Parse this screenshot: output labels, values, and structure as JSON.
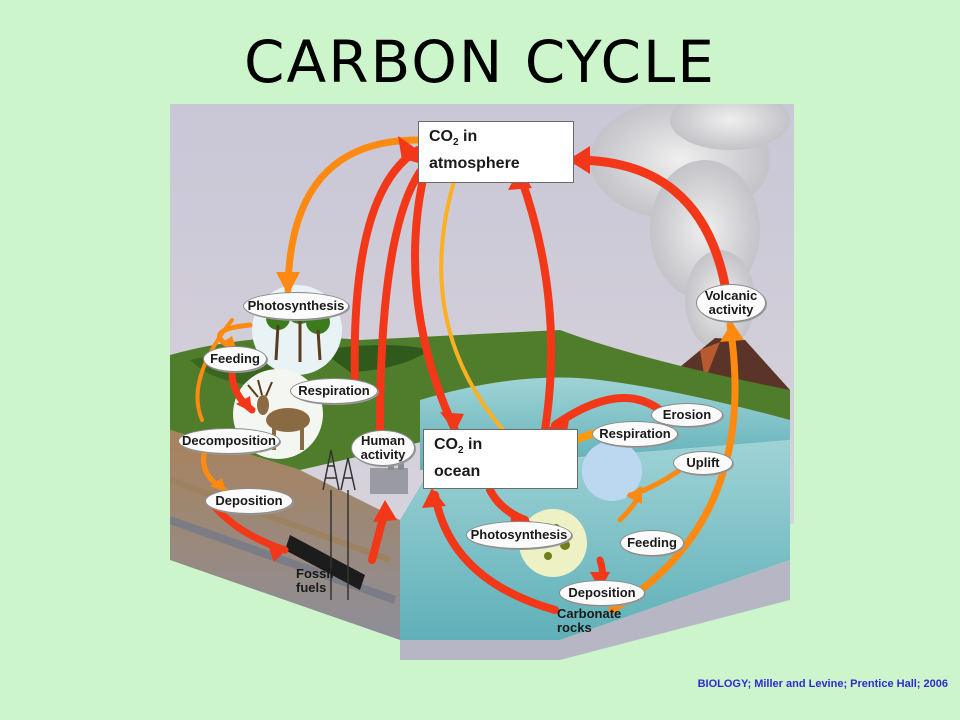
{
  "title": "CARBON CYCLE",
  "boxes": {
    "atmosphere": {
      "co": "CO",
      "sub": "2",
      "rest": "in",
      "line2": "atmosphere"
    },
    "ocean": {
      "co": "CO",
      "sub": "2",
      "rest": "in",
      "line2": "ocean"
    }
  },
  "labels": {
    "photosynthesis_land": "Photosynthesis",
    "feeding_land": "Feeding",
    "respiration_land": "Respiration",
    "decomposition": "Decomposition",
    "human_activity_1": "Human",
    "human_activity_2": "activity",
    "deposition_land": "Deposition",
    "fossil_1": "Fossil",
    "fossil_2": "fuels",
    "volcanic_1": "Volcanic",
    "volcanic_2": "activity",
    "erosion": "Erosion",
    "respiration_ocean": "Respiration",
    "uplift": "Uplift",
    "photosynthesis_ocean": "Photosynthesis",
    "feeding_ocean": "Feeding",
    "deposition_ocean": "Deposition",
    "carbonate_1": "Carbonate",
    "carbonate_2": "rocks"
  },
  "credit": "BIOLOGY; Miller and Levine; Prentice Hall; 2006"
}
